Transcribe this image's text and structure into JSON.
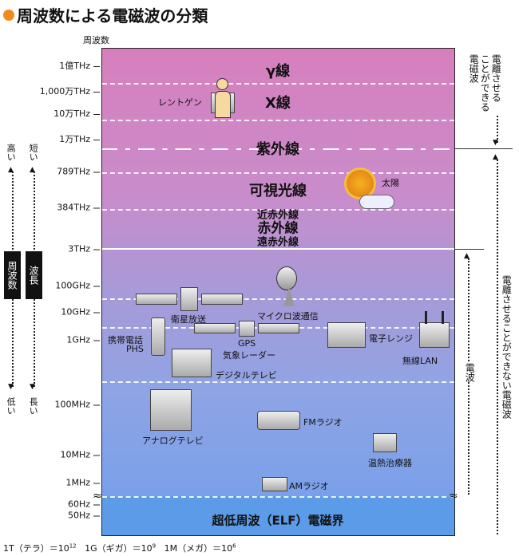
{
  "title": "周波数による電磁波の分類",
  "axis_label": "周波数",
  "ticks": [
    "1億THz",
    "1,000万THz",
    "10万THz",
    "1万THz",
    "789THz",
    "384THz",
    "3THz",
    "100GHz",
    "10GHz",
    "1GHz",
    "100MHz",
    "10MHz",
    "1MHz",
    "60Hz",
    "50Hz"
  ],
  "bands": {
    "gamma": "γ線",
    "xray": "X線",
    "uv": "紫外線",
    "visible": "可視光線",
    "near_ir": "近赤外線",
    "ir": "赤外線",
    "far_ir": "遠赤外線",
    "elf": "超低周波（ELF）電磁界"
  },
  "devices": {
    "xray": "レントゲン",
    "sun": "太陽",
    "satellite": "衛星放送",
    "microwave_comm": "マイクロ波通信",
    "phone": "携帯電話",
    "phs": "PHS",
    "gps": "GPS",
    "radar": "気象レーダー",
    "oven": "電子レンジ",
    "lan": "無線LAN",
    "digital_tv": "デジタルテレビ",
    "analog_tv": "アナログテレビ",
    "fm": "FMラジオ",
    "therapy": "温熱治療器",
    "am": "AMラジオ"
  },
  "left": {
    "high": "高い",
    "low": "低い",
    "short": "短い",
    "long": "長い",
    "frequency": "周波数",
    "wavelength": "波長"
  },
  "right": {
    "ionizing_1": "電離させる",
    "ionizing_2": "ことができる",
    "ionizing_3": "電磁波",
    "non_ionizing": "電離させることができない電磁波",
    "radio_wave": "電波"
  },
  "footer": {
    "t": "1T（テラ）＝10",
    "t_exp": "12",
    "g": "1G（ギガ）＝10",
    "g_exp": "9",
    "m": "1M（メガ）＝10",
    "m_exp": "6"
  }
}
